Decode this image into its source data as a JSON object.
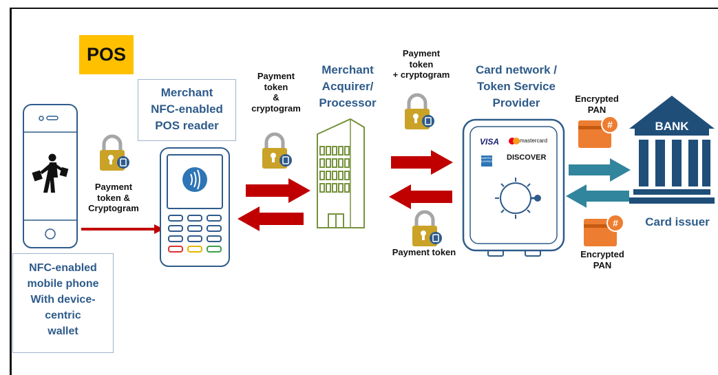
{
  "pos_badge": "POS",
  "phone_caption": [
    "NFC-enabled",
    "mobile phone",
    "With device-",
    "centric",
    "wallet"
  ],
  "reader_title": [
    "Merchant",
    "NFC-enabled",
    "POS reader"
  ],
  "acquirer_title": [
    "Merchant",
    "Acquirer/",
    "Processor"
  ],
  "network_title": [
    "Card network /",
    "Token Service",
    "Provider"
  ],
  "issuer_label": "Card issuer",
  "bank_label": "BANK",
  "flows": {
    "phone_to_reader": [
      "Payment",
      "token &",
      "Cryptogram"
    ],
    "reader_to_acquirer": [
      "Payment",
      "token",
      "&",
      "cryptogram"
    ],
    "acquirer_to_network": [
      "Payment",
      "token",
      "+ cryptogram"
    ],
    "network_to_acquirer": [
      "Payment token"
    ],
    "network_to_issuer": [
      "Encrypted",
      "PAN"
    ],
    "issuer_to_network": [
      "Encrypted",
      "PAN"
    ]
  },
  "card_brands": {
    "visa": "VISA",
    "mastercard": "mastercard",
    "amex": "AMERICAN EXPRESS",
    "discover": "DISCOVER"
  },
  "colors": {
    "arrow_red": "#c00000",
    "arrow_teal": "#31859c",
    "label_blue": "#2e5b8a",
    "pos_badge": "#ffc000",
    "bank_navy": "#1f4e79",
    "card_orange": "#ed7d31",
    "lock_gold": "#c9a227",
    "building_green": "#76923c"
  },
  "icons": [
    "lock-icon",
    "shopping-person-icon",
    "contactless-icon",
    "building-icon",
    "vault-safe-icon",
    "bank-icon",
    "encrypted-card-icon"
  ]
}
